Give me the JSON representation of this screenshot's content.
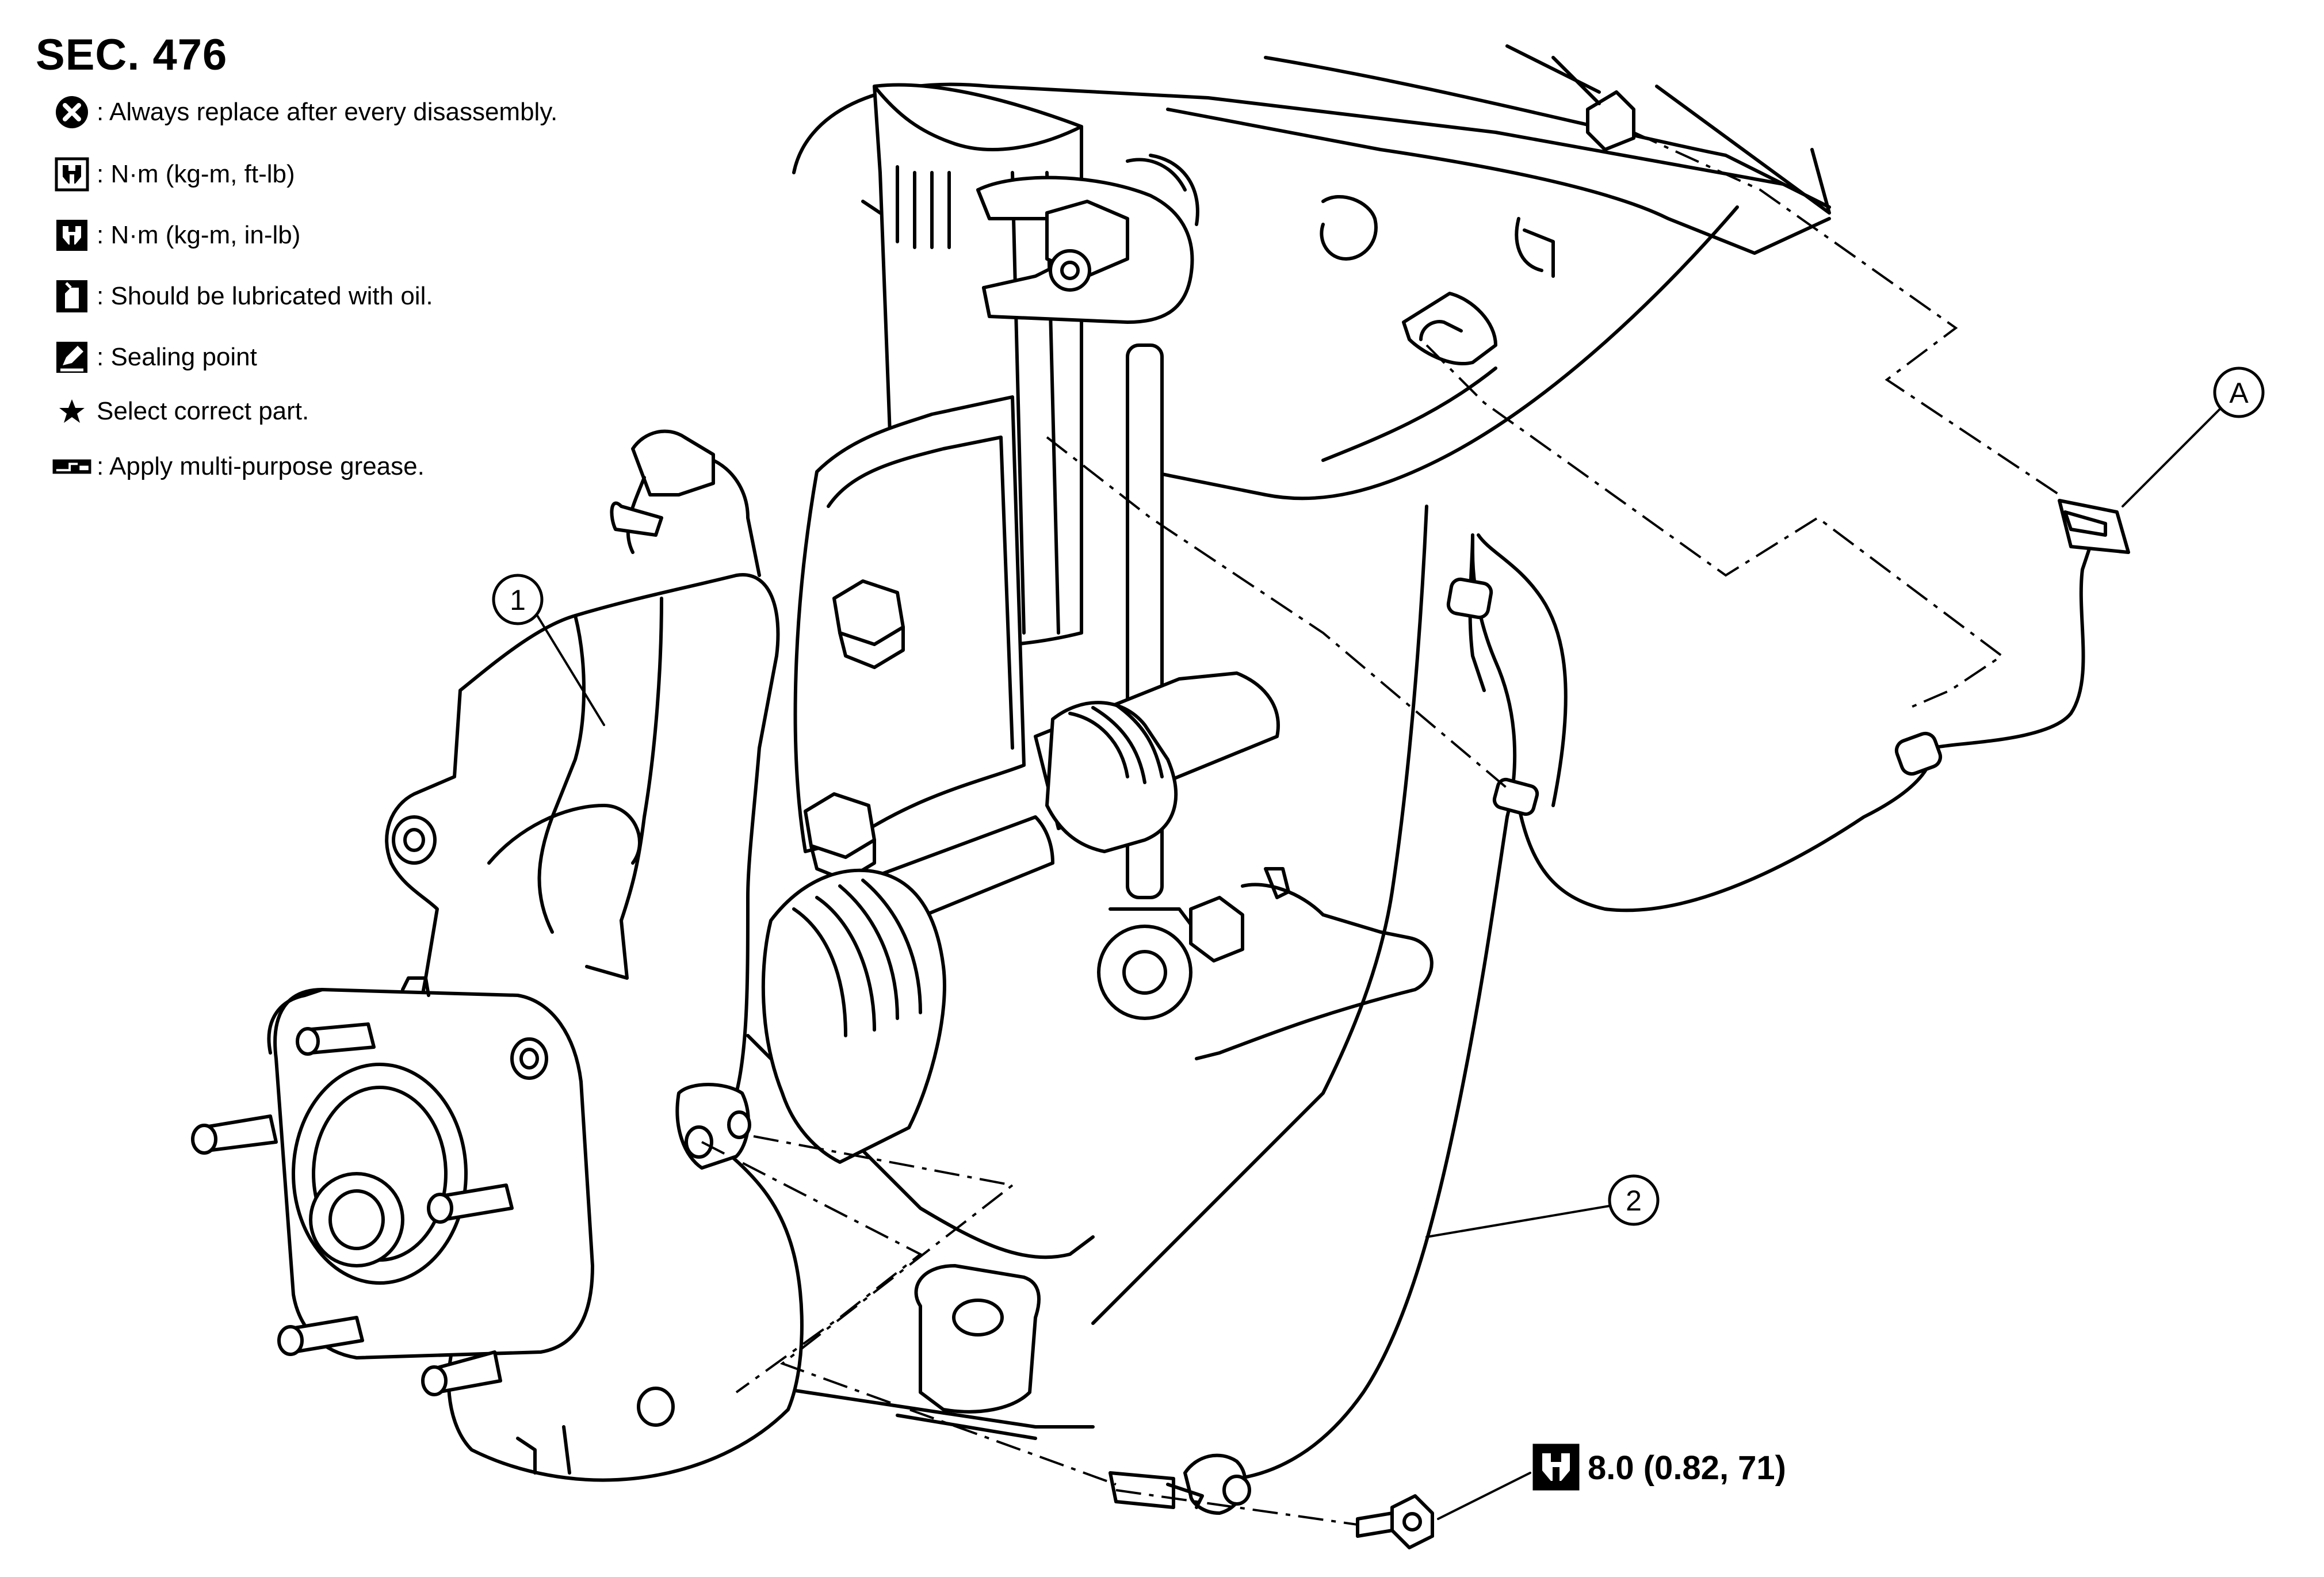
{
  "section": "SEC. 476",
  "legend": [
    {
      "icon": "replace-icon",
      "text": ": Always replace after every disassembly."
    },
    {
      "icon": "torque-wrench-icon",
      "text": ": N·m (kg-m, ft-lb)"
    },
    {
      "icon": "torque-wrench-filled-icon",
      "text": ": N·m (kg-m, in-lb)"
    },
    {
      "icon": "oil-can-icon",
      "text": ": Should be lubricated with oil."
    },
    {
      "icon": "sealing-point-icon",
      "text": ": Sealing point"
    },
    {
      "icon": "star-icon",
      "text": "Select correct part."
    },
    {
      "icon": "grease-icon",
      "text": ": Apply multi-purpose grease."
    }
  ],
  "callouts": {
    "part1": "1",
    "part2": "2",
    "connectorA": "A"
  },
  "torque": {
    "icon": "torque-wrench-filled-icon",
    "value": "8.0 (0.82, 71)"
  }
}
